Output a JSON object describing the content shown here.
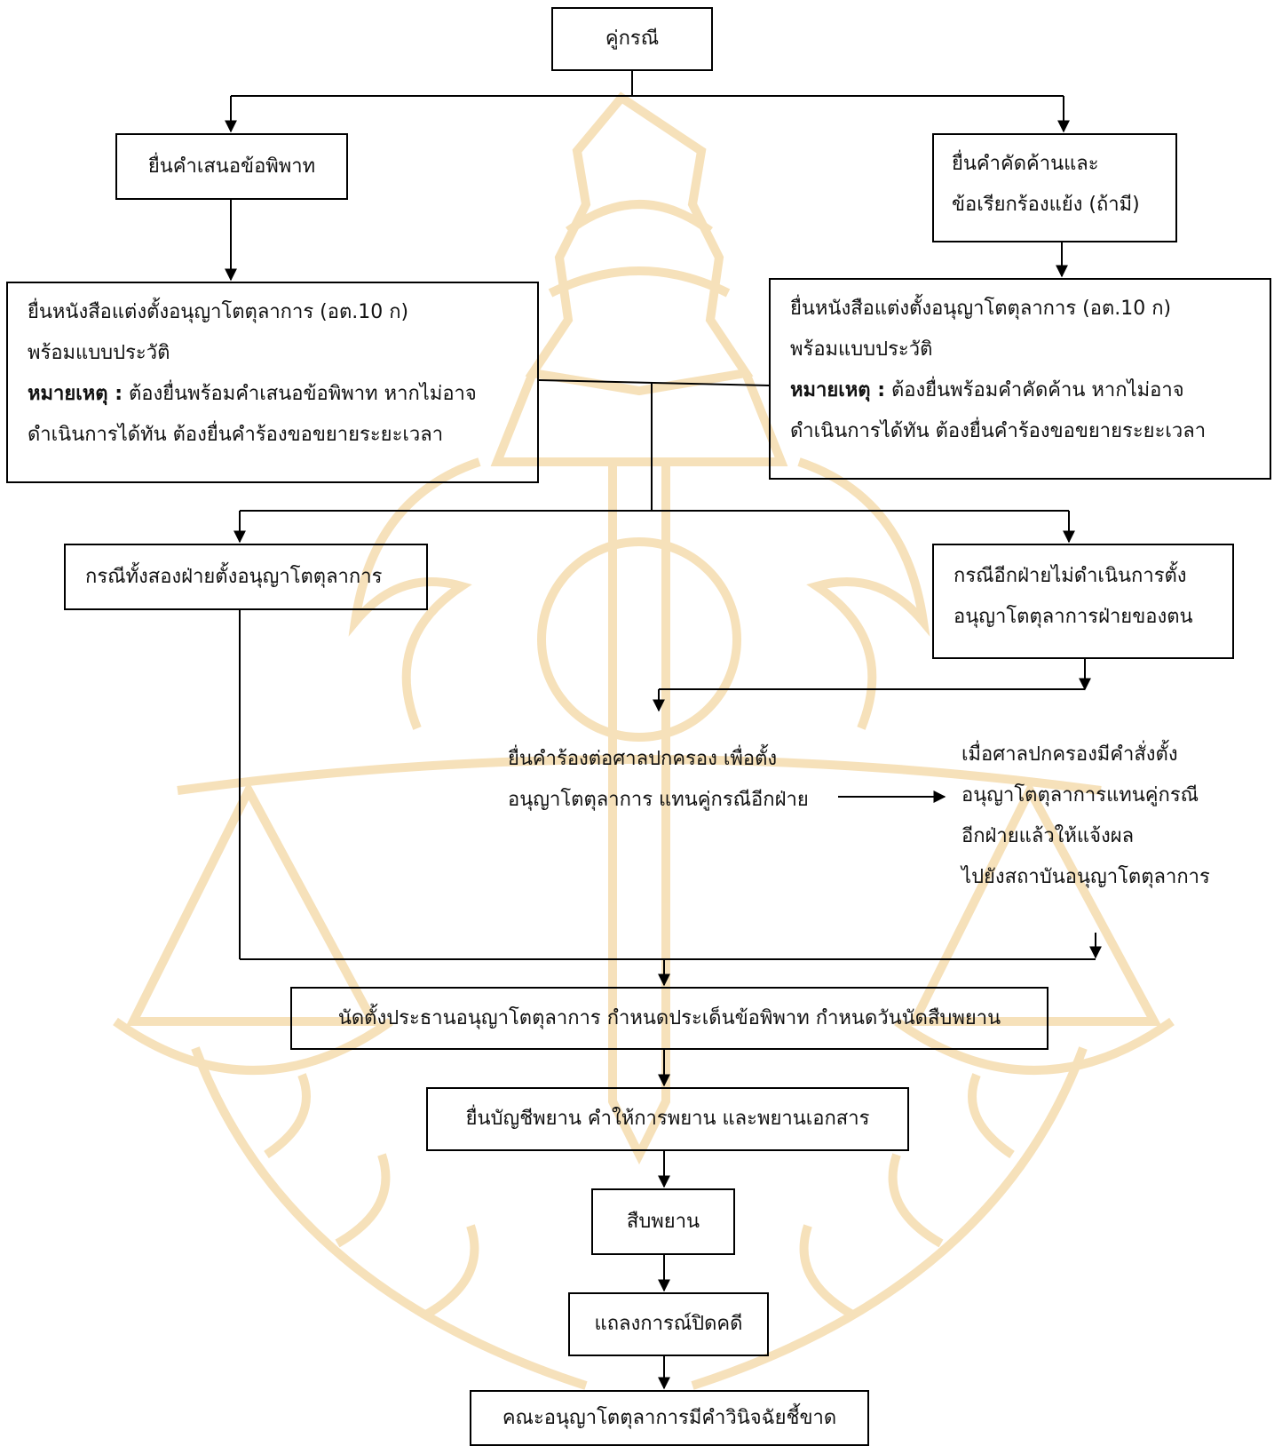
{
  "colors": {
    "line": "#000000",
    "watermark": "#f3d79c",
    "watermark_stroke": "#e9bf6e"
  },
  "watermark_icon": "court-emblem-scales-icon",
  "nodes": {
    "parties": "คู่กรณี",
    "file_claim": "ยื่นคำเสนอข้อพิพาท",
    "file_objection": {
      "line1": "ยื่นคำคัดค้านและ",
      "line2": "ข้อเรียกร้องแย้ง (ถ้ามี)"
    },
    "appoint_left": {
      "line1": "ยื่นหนังสือแต่งตั้งอนุญาโตตุลาการ (อต.10 ก)",
      "line2": "พร้อมแบบประวัติ",
      "note_label": "หมายเหตุ :",
      "note_text": " ต้องยื่นพร้อมคำเสนอข้อพิพาท หากไม่อาจ",
      "line4": "ดำเนินการได้ทัน  ต้องยื่นคำร้องขอขยายระยะเวลา"
    },
    "appoint_right": {
      "line1": "ยื่นหนังสือแต่งตั้งอนุญาโตตุลาการ (อต.10 ก)",
      "line2": "พร้อมแบบประวัติ",
      "note_label": "หมายเหตุ :",
      "note_text": " ต้องยื่นพร้อมคำคัดค้าน หากไม่อาจ",
      "line4": "ดำเนินการได้ทัน  ต้องยื่นคำร้องขอขยายระยะเวลา"
    },
    "both_appoint": "กรณีทั้งสองฝ่ายตั้งอนุญาโตตุลาการ",
    "other_not_appoint": {
      "line1": "กรณีอีกฝ่ายไม่ดำเนินการตั้ง",
      "line2": "อนุญาโตตุลาการฝ่ายของตน"
    },
    "petition_court": {
      "line1": "ยื่นคำร้องต่อศาลปกครอง เพื่อตั้ง",
      "line2": "อนุญาโตตุลาการ แทนคู่กรณีอีกฝ่าย"
    },
    "court_order": {
      "line1": "เมื่อศาลปกครองมีคำสั่งตั้ง",
      "line2": "อนุญาโตตุลาการแทนคู่กรณี",
      "line3": "อีกฝ่ายแล้วให้แจ้งผล",
      "line4": "ไปยังสถาบันอนุญาโตตุลาการ"
    },
    "schedule": "นัดตั้งประธานอนุญาโตตุลาการ กำหนดประเด็นข้อพิพาท กำหนดวันนัดสืบพยาน",
    "witness_list": "ยื่นบัญชีพยาน คำให้การพยาน และพยานเอกสาร",
    "hearing": "สืบพยาน",
    "closing": "แถลงการณ์ปิดคดี",
    "award": "คณะอนุญาโตตุลาการมีคำวินิจฉัยชี้ขาด"
  }
}
